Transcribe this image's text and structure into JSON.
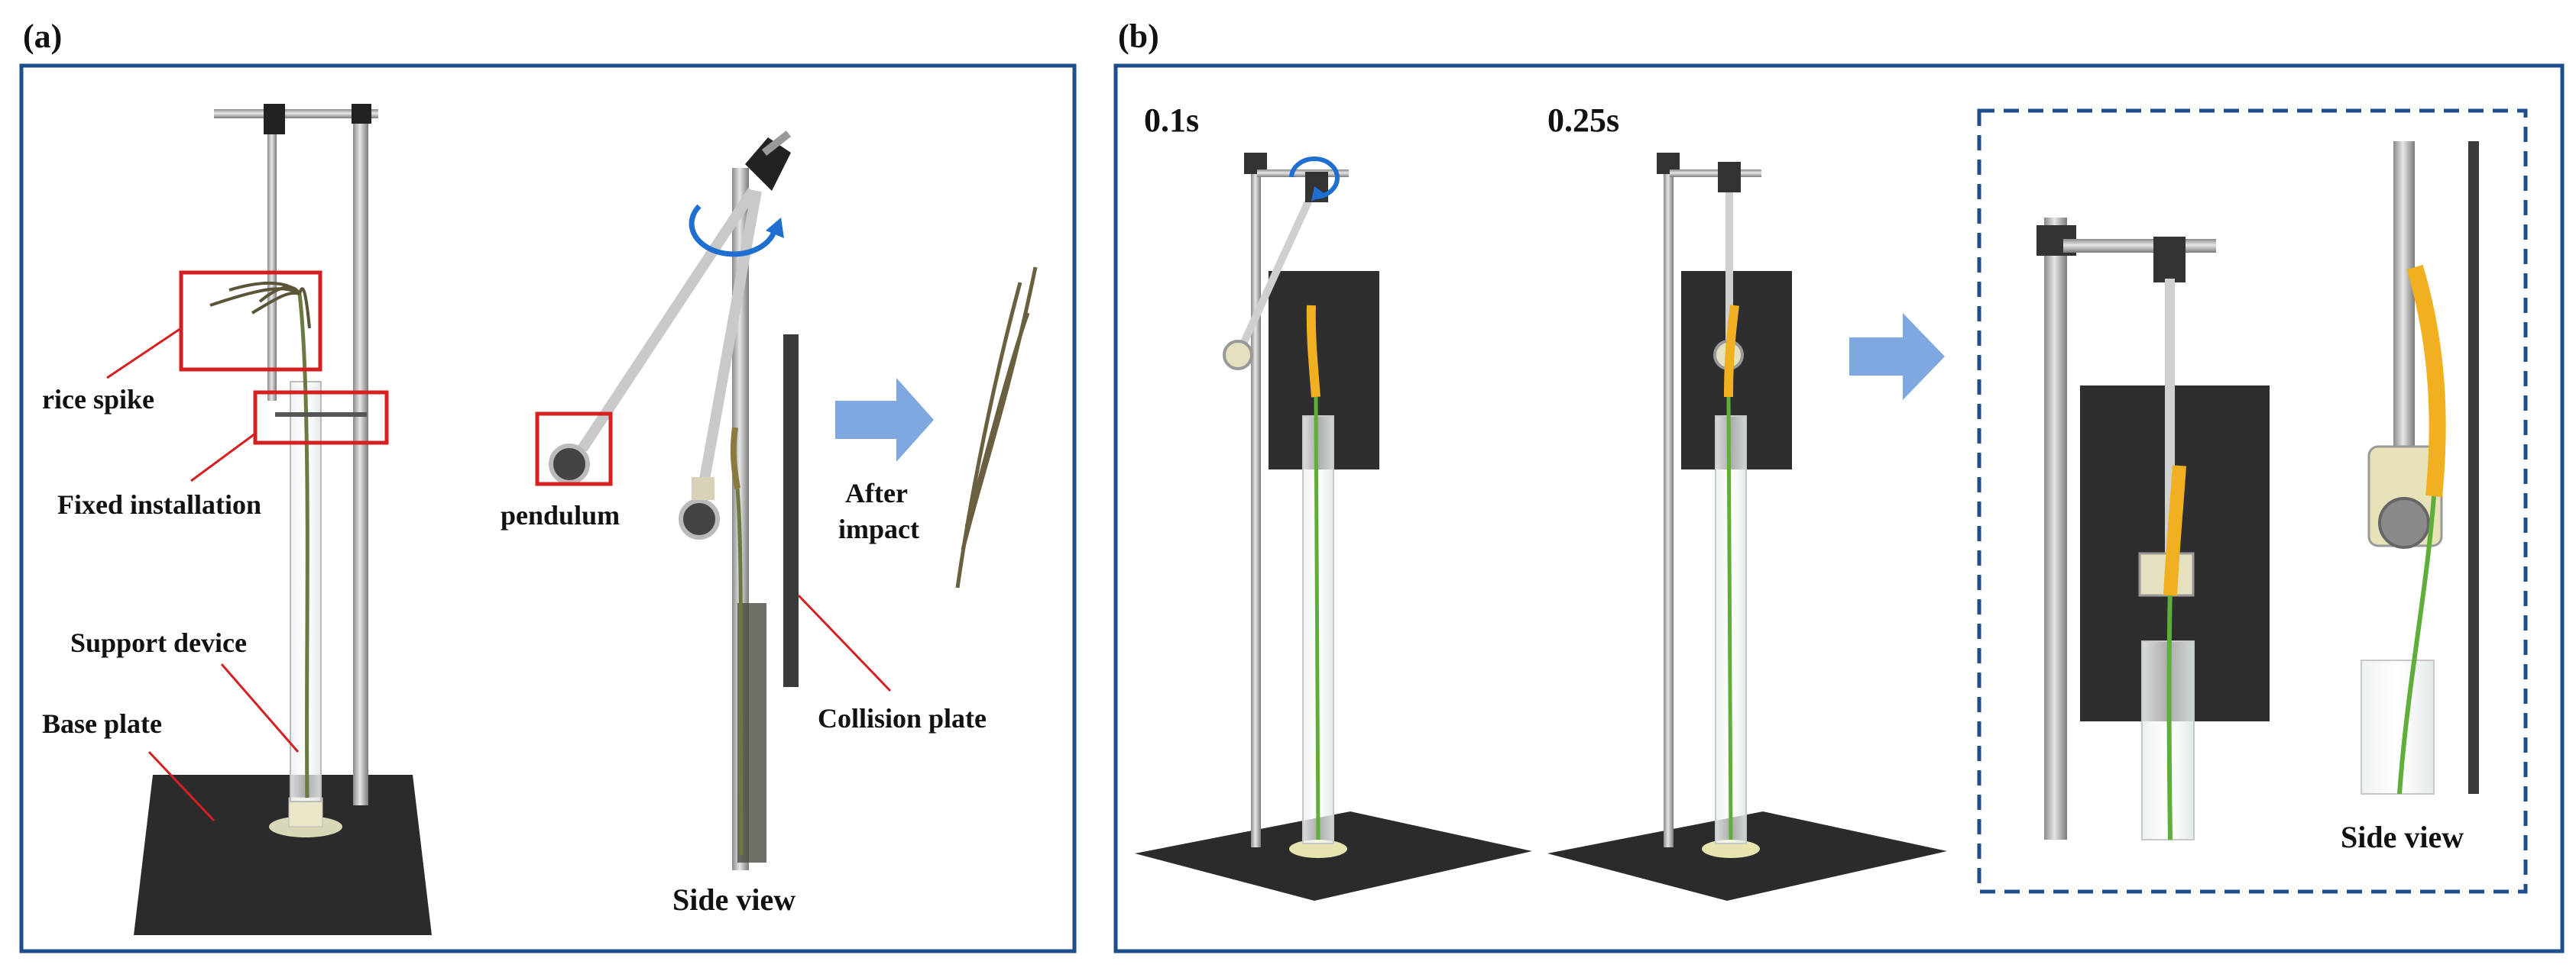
{
  "panels": [
    {
      "label": "(a)",
      "annotations": {
        "rice_spike": "rice spike",
        "fixed_installation": "Fixed installation",
        "support_device": "Support device",
        "base_plate": "Base plate",
        "pendulum": "pendulum",
        "after_impact_line1": "After",
        "after_impact_line2": "impact",
        "collision_plate": "Collision plate",
        "side_view": "Side view"
      }
    },
    {
      "label": "(b)",
      "time_labels": [
        "0.1s",
        "0.25s"
      ],
      "side_view": "Side view"
    }
  ],
  "colors": {
    "panel_border": "#1f4e8c",
    "highlight_box": "#d42020",
    "arrow": "#7fa8e0",
    "rotation_arrow": "#1f6fd0",
    "base_plate": "#2b2b2b",
    "collision_plate": "#3a3a3a",
    "grain": "#f0b020",
    "stem": "#5fae3a"
  },
  "icons": [
    "rotation-arrow-icon",
    "right-arrow-icon"
  ]
}
